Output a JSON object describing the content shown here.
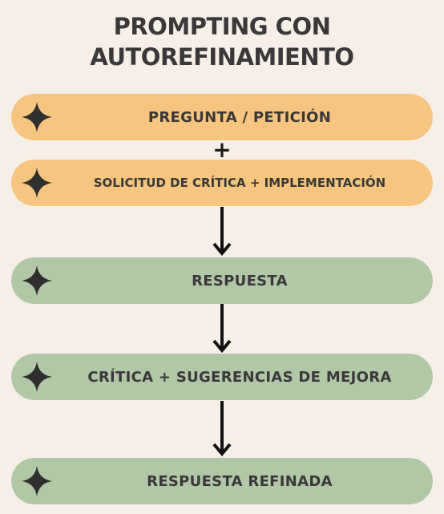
{
  "title": {
    "line1": "PROMPTING CON",
    "line2": "AUTOREFINAMIENTO"
  },
  "connector_plus": "+",
  "steps": [
    {
      "label": "PREGUNTA / PETICIÓN",
      "color": "#f6c57f"
    },
    {
      "label": "SOLICITUD DE CRÍTICA + IMPLEMENTACIÓN",
      "color": "#f6c57f"
    },
    {
      "label": "RESPUESTA",
      "color": "#b1c8a7"
    },
    {
      "label": "CRÍTICA + SUGERENCIAS DE MEJORA",
      "color": "#b1c8a7"
    },
    {
      "label": "RESPUESTA REFINADA",
      "color": "#b1c8a7"
    }
  ],
  "icons": {
    "step": "four-point-star-icon",
    "flow": "down-arrow-icon"
  },
  "colors": {
    "text": "#3a3838",
    "background": "#f6efe8",
    "ink": "#1c1c1c"
  }
}
